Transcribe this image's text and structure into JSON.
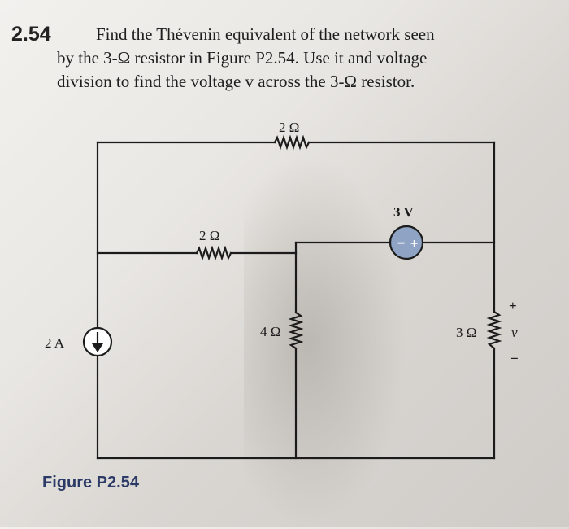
{
  "problem": {
    "number": "2.54",
    "lines": [
      "Find the Thévenin equivalent of the network seen",
      "by the 3-Ω resistor in Figure P2.54. Use it and voltage",
      "division to find the voltage v across the 3-Ω resistor."
    ]
  },
  "circuit": {
    "r_top": "2 Ω",
    "r_middle": "2 Ω",
    "r_4": "4 Ω",
    "r_3": "3 Ω",
    "source_current": "2 A",
    "source_voltage": "3 V",
    "voltage_symbol": "v",
    "plus": "+",
    "minus": "−"
  },
  "figure_label": "Figure P2.54"
}
